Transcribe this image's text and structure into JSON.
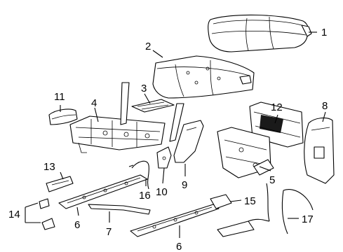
{
  "diagram": {
    "callouts": [
      {
        "id": "1",
        "label": "1"
      },
      {
        "id": "2",
        "label": "2"
      },
      {
        "id": "3",
        "label": "3"
      },
      {
        "id": "4",
        "label": "4"
      },
      {
        "id": "5",
        "label": "5"
      },
      {
        "id": "6a",
        "label": "6"
      },
      {
        "id": "6b",
        "label": "6"
      },
      {
        "id": "7",
        "label": "7"
      },
      {
        "id": "8",
        "label": "8"
      },
      {
        "id": "9",
        "label": "9"
      },
      {
        "id": "10",
        "label": "10"
      },
      {
        "id": "11",
        "label": "11"
      },
      {
        "id": "12",
        "label": "12"
      },
      {
        "id": "13",
        "label": "13"
      },
      {
        "id": "14",
        "label": "14"
      },
      {
        "id": "15",
        "label": "15"
      },
      {
        "id": "16",
        "label": "16"
      },
      {
        "id": "17",
        "label": "17"
      }
    ]
  }
}
